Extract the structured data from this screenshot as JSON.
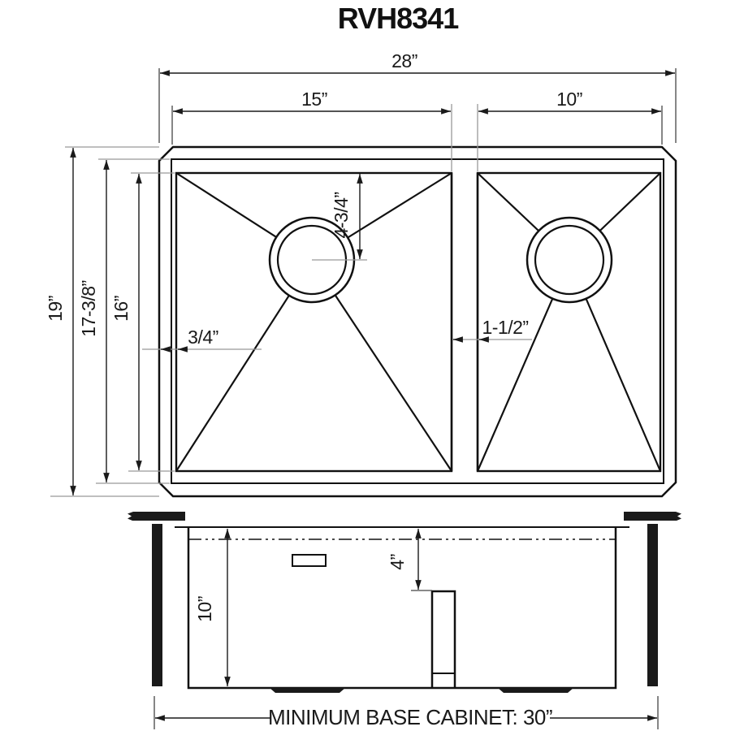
{
  "title": "RVH8341",
  "colors": {
    "line": "#1a1a1a",
    "extension_line": "#999999",
    "background": "#ffffff"
  },
  "top_view": {
    "overall_width": "28”",
    "left_bowl_width": "15”",
    "right_bowl_width": "10”",
    "overall_depth": "19”",
    "inner_depth": "17-3/8”",
    "bowl_depth": "16”",
    "drain_offset": "4-3/4”",
    "rim_width": "3/4”",
    "divider_width": "1-1/2”"
  },
  "section_view": {
    "bowl_height": "10”",
    "divider_reveal": "4”",
    "cabinet_note": "MINIMUM BASE CABINET: 30”"
  }
}
